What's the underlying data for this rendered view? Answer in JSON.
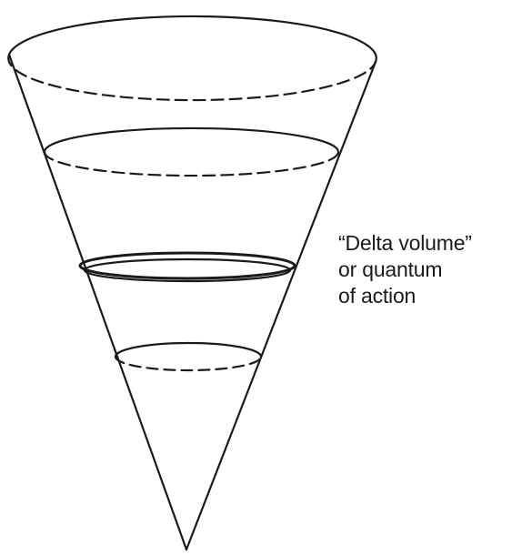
{
  "annotation": {
    "lines": [
      "“Delta volume”",
      "or quantum",
      "of action"
    ]
  },
  "colors": {
    "line": "#1a1a1a",
    "background": "#ffffff"
  }
}
